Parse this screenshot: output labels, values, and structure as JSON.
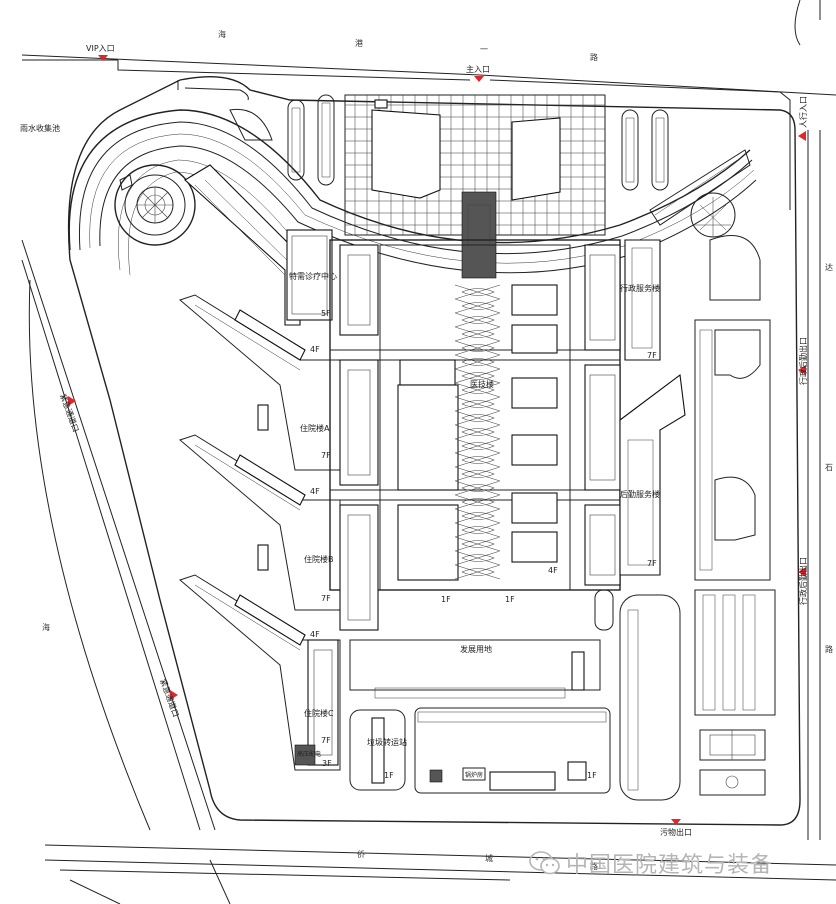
{
  "roads": {
    "north_1": "海",
    "north_2": "港",
    "north_3": "一",
    "north_4": "路",
    "west": "海",
    "east_1": "达",
    "east_2": "石",
    "east_3": "路",
    "south_1": "侨",
    "south_2": "城",
    "south_3": "路"
  },
  "entrances": {
    "vip": "VIP入口",
    "main": "主入口",
    "pedestrian": "人行入口",
    "admin_exit_1": "行政后勤出口",
    "admin_exit_2": "行政后勤出口",
    "emergency_1": "紧急通道口",
    "emergency_2": "紧急通道口",
    "sewage": "污物出口"
  },
  "labels": {
    "rainwater": "雨水收集池",
    "special_center": "特需诊疗中心",
    "admin_building": "行政服务楼",
    "medical_building": "医技楼",
    "logistics_building": "后勤服务楼",
    "ward_a": "住院楼A",
    "ward_b": "住院楼B",
    "ward_c": "住院楼C",
    "development_land": "发展用地",
    "garbage_station": "垃圾转运站",
    "hv_room": "高压配电",
    "boiler": "锅炉房"
  },
  "floors": {
    "f5": "5F",
    "f4a": "4F",
    "f7a": "7F",
    "f4b": "4F",
    "f7b": "7F",
    "f4c": "4F",
    "f7c": "7F",
    "f7d": "7F",
    "f3": "3F",
    "f7e": "7F",
    "f7f": "7F",
    "f4d": "4F",
    "f1a": "1F",
    "f1b": "1F",
    "f1c": "1F",
    "f1d": "1F"
  },
  "watermark": {
    "text": "中国医院建筑与装备"
  },
  "colors": {
    "marker": "#e0262a",
    "line": "#222222",
    "watermark": "#b5b5b5"
  }
}
